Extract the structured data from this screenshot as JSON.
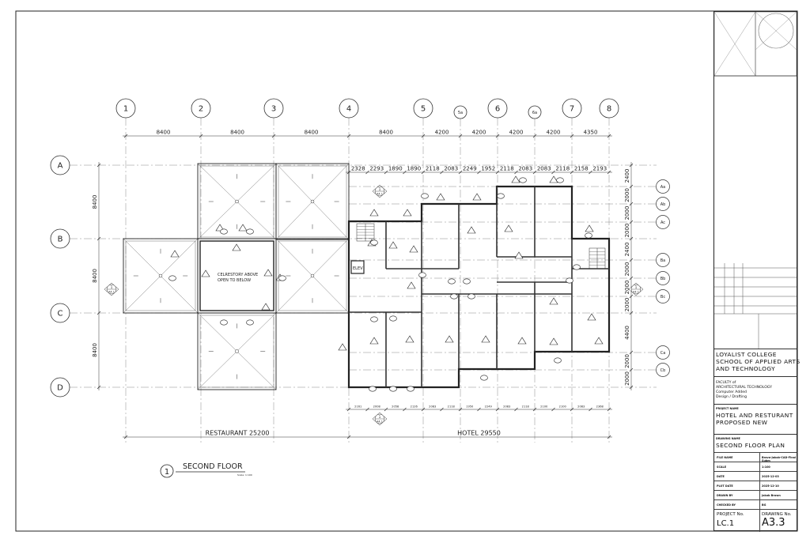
{
  "sheet": {
    "college": [
      "LOYALIST COLLEGE",
      "SCHOOL OF APPLIED ARTS",
      "AND TECHNOLOGY"
    ],
    "faculty": [
      "FACULTY of",
      "ARCHITECTURAL TECHNOLOGY",
      "Computer Added",
      "Design / Drafting"
    ],
    "project_name_label": "PROJECT NAME",
    "project_name": [
      "HOTEL AND RESTURANT",
      "PROPOSED NEW"
    ],
    "drawing_name_label": "DRAWING NAME",
    "drawing_name": "SECOND FLOOR PLAN",
    "info": [
      {
        "label": "FILE NAME",
        "value": "Bravo-Jakob-CAD-Final Subm"
      },
      {
        "label": "SCALE",
        "value": "1:100"
      },
      {
        "label": "DATE",
        "value": "2025-12-03"
      },
      {
        "label": "PLOT DATE",
        "value": "2025-12-10"
      },
      {
        "label": "DRAWN BY",
        "value": "Jakob Brown"
      },
      {
        "label": "CHECKED BY",
        "value": "BG"
      }
    ],
    "project_no_label": "PROJECT No.",
    "project_no": "LC.1",
    "drawing_no_label": "DRAWING No.",
    "drawing_no": "A3.3"
  },
  "grid": {
    "columns": [
      "1",
      "2",
      "3",
      "4",
      "5",
      "5a",
      "6",
      "6a",
      "7",
      "8"
    ],
    "rows": [
      "A",
      "B",
      "C",
      "D"
    ],
    "sub_rows": [
      "Aa",
      "Ab",
      "Ac",
      "Ba",
      "Bb",
      "Bc",
      "Ca",
      "Cb"
    ]
  },
  "dimensions": {
    "top_overall": [
      "8400",
      "8400",
      "8400",
      "8400",
      "4200",
      "4200",
      "4200",
      "4200",
      "4350"
    ],
    "top_detail": [
      "2328",
      "2293",
      "1890",
      "1890",
      "2118",
      "2083",
      "2249",
      "1952",
      "2118",
      "2083",
      "2083",
      "2118",
      "2158",
      "2193"
    ],
    "left": [
      "8400",
      "8400",
      "8400"
    ],
    "right": [
      "2400",
      "2000",
      "2000",
      "2000",
      "2400",
      "2000",
      "2000",
      "2000",
      "4400",
      "2000",
      "2000"
    ],
    "bottom_detail": [
      "2161",
      "2008",
      "2058",
      "2126",
      "2083",
      "2118",
      "1950",
      "2249",
      "2083",
      "2118",
      "2100",
      "2100",
      "2083",
      "2368"
    ],
    "bottom_overall": [
      "RESTAURANT 25200",
      "HOTEL 29550"
    ]
  },
  "plan": {
    "celestory": [
      "CELRESTORY ABOVE",
      "OPEN TO BELOW"
    ],
    "elev": "ELEV",
    "section_marker": {
      "number": "1",
      "sheet": "A4.1"
    }
  },
  "view_title": {
    "number": "1",
    "title": "SECOND FLOOR",
    "scale": "Scale: 1:100"
  }
}
